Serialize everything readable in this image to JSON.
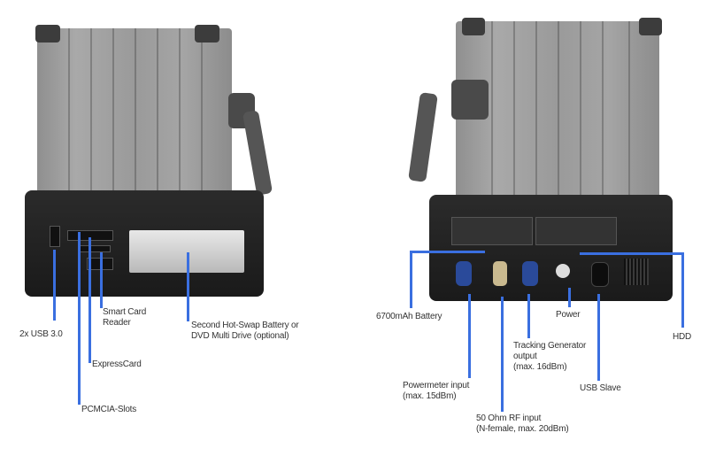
{
  "left_device": {
    "view": "left side",
    "labels": {
      "usb": "2x USB 3.0",
      "smart_card": "Smart Card\nReader",
      "expresscard": "ExpressCard",
      "pcmcia": "PCMCIA-Slots",
      "hotswap": "Second Hot-Swap Battery or\nDVD Multi Drive (optional)"
    }
  },
  "right_device": {
    "view": "right side",
    "labels": {
      "battery": "6700mAh Battery",
      "power": "Power",
      "hdd": "HDD",
      "tracking": "Tracking Generator\noutput\n(max. 16dBm)",
      "powermeter": "Powermeter input\n(max. 15dBm)",
      "usb_slave": "USB Slave",
      "rf_input": "50 Ohm RF input\n(N-female, max. 20dBm)"
    }
  },
  "colors": {
    "leader_line": "#3a6fe0",
    "chassis": "#1e1e1e",
    "lid": "#9e9e9e"
  }
}
